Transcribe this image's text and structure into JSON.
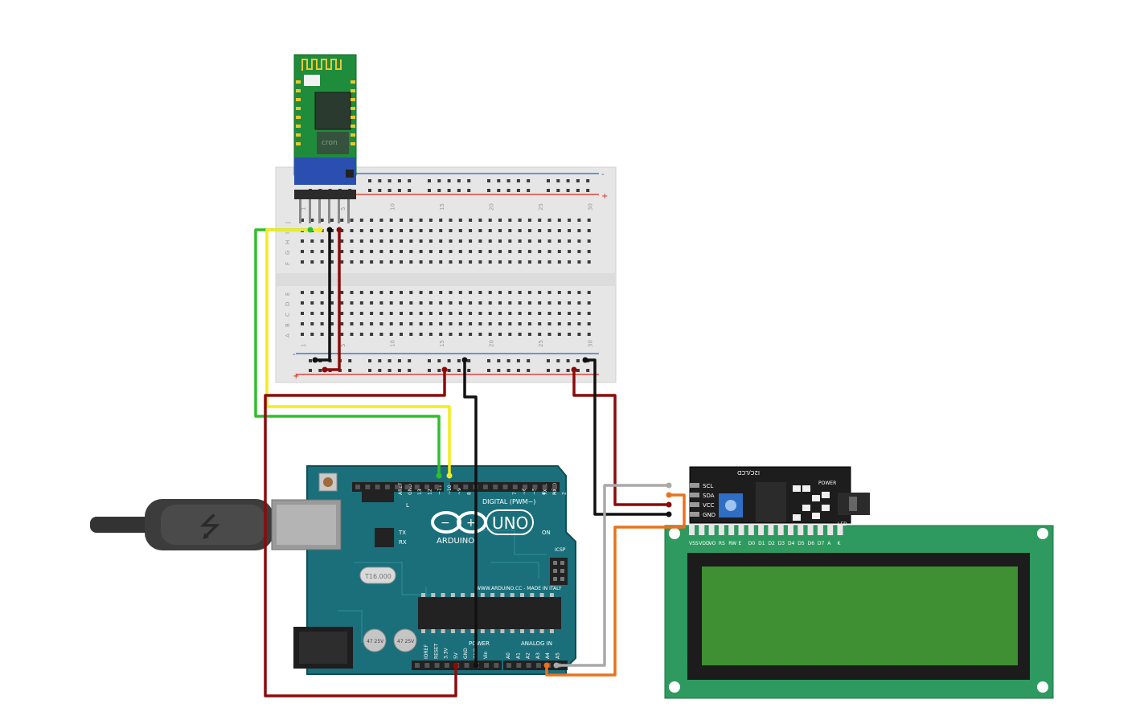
{
  "colors": {
    "wire_green": "#2fbf2a",
    "wire_yellow": "#f2ec1e",
    "wire_black": "#111111",
    "wire_red": "#8b0b0b",
    "wire_gray": "#a9a9a9",
    "wire_orange": "#e8731e",
    "arduino_board": "#1a6f7a",
    "lcd_board": "#2e9a5f",
    "lcd_screen": "#3f8f33",
    "bt_board": "#1f8c3b",
    "breadboard": "#e8e8e8",
    "rail_red": "#d7261e",
    "rail_blue": "#2a5fb8"
  },
  "bluetooth": {
    "chip_label": "cron"
  },
  "breadboard": {
    "rows_top": [
      "J",
      "I",
      "H",
      "G",
      "F"
    ],
    "rows_bottom": [
      "E",
      "D",
      "C",
      "B",
      "A"
    ],
    "col_numbers": [
      "1",
      "5",
      "10",
      "15",
      "20",
      "25",
      "30"
    ],
    "rail_plus": "+",
    "rail_minus": "-"
  },
  "arduino": {
    "logo": "UNO",
    "brand": "ARDUINO",
    "on_label": "ON",
    "digital_label": "DIGITAL (PWM~)",
    "icsp_label": "ICSP",
    "power_label": "POWER",
    "analog_label": "ANALOG IN",
    "website": "WWW.ARDUINO.CC - MADE IN ITALY",
    "crystal": "T16.000",
    "tx": "TX",
    "rx": "RX",
    "l_label": "L",
    "reset_label": "RESET",
    "aref": "AREF",
    "gnd": "GND",
    "tx_pin": "TX▸1",
    "rx_pin": "RX◂0",
    "digital_pins": [
      "13",
      "12",
      "~11",
      "~10",
      "~9",
      "8",
      "7",
      "~6",
      "~5",
      "4",
      "~3",
      "2"
    ],
    "power_pins": [
      "IOREF",
      "RESET",
      "3.3V",
      "5V",
      "GND",
      "GND",
      "Vin"
    ],
    "analog_pins": [
      "A0",
      "A1",
      "A2",
      "A3",
      "A4",
      "A5"
    ],
    "cap1": "47 25V",
    "cap2": "47 25V"
  },
  "i2c": {
    "title": "I2C/LCD",
    "pins": [
      "SCL",
      "SDA",
      "VCC",
      "GND"
    ],
    "power": "POWER",
    "led": "LED"
  },
  "lcd": {
    "pins": [
      "VSS",
      "VDD",
      "VO",
      "RS",
      "RW",
      "E",
      "D0",
      "D1",
      "D2",
      "D3",
      "D4",
      "D5",
      "D6",
      "D7",
      "A",
      "K"
    ]
  }
}
